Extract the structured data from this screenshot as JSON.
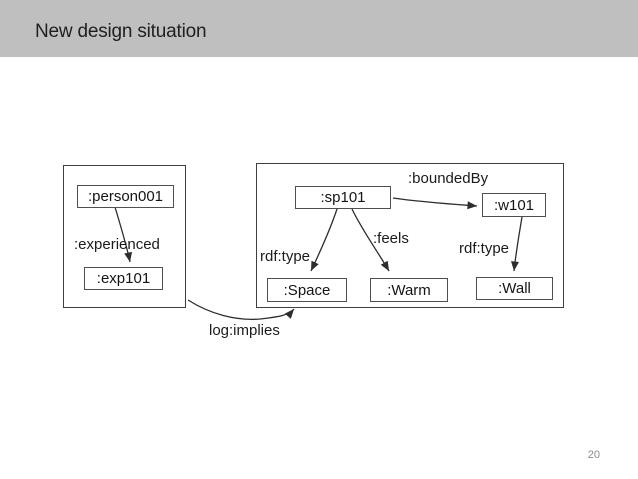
{
  "slide": {
    "title": "New design situation",
    "page_number": "20"
  },
  "colors": {
    "header_background": "#bfbfbf",
    "title_text": "#1f1f1f",
    "slide_background": "#ffffff",
    "diagram_line": "#2d2d2d",
    "node_border": "#4f4f4f",
    "node_fill": "#ffffff",
    "page_number_text": "#8c8c8c"
  },
  "diagram": {
    "nodes": [
      {
        "id": "person001",
        "label": ":person001"
      },
      {
        "id": "exp101",
        "label": ":exp101"
      },
      {
        "id": "sp101",
        "label": ":sp101"
      },
      {
        "id": "w101",
        "label": ":w101"
      },
      {
        "id": "space",
        "label": ":Space"
      },
      {
        "id": "warm",
        "label": ":Warm"
      },
      {
        "id": "wall",
        "label": ":Wall"
      }
    ],
    "edge_labels": [
      {
        "id": "experienced",
        "label": ":experienced"
      },
      {
        "id": "boundedBy",
        "label": ":boundedBy"
      },
      {
        "id": "rdf_type_space",
        "label": "rdf:type"
      },
      {
        "id": "feels",
        "label": ":feels"
      },
      {
        "id": "rdf_type_wall",
        "label": "rdf:type"
      },
      {
        "id": "log_implies",
        "label": "log:implies"
      }
    ]
  }
}
